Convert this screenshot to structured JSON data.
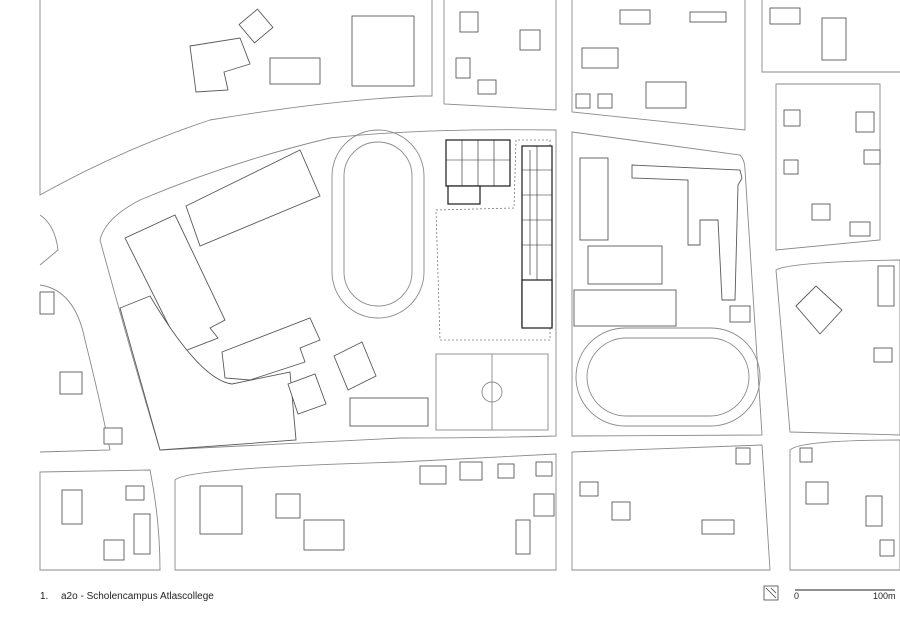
{
  "caption": {
    "number": "1.",
    "title": "a2o - Scholencampus Atlascollege"
  },
  "scale": {
    "start_label": "0",
    "end_label": "100m"
  },
  "icons": {
    "north_arrow": "north-arrow-icon"
  },
  "colors": {
    "background": "#ffffff",
    "street_lines": "#8a8a8a",
    "buildings": "#5a5a5a",
    "project_building": "#1a1a1a"
  }
}
